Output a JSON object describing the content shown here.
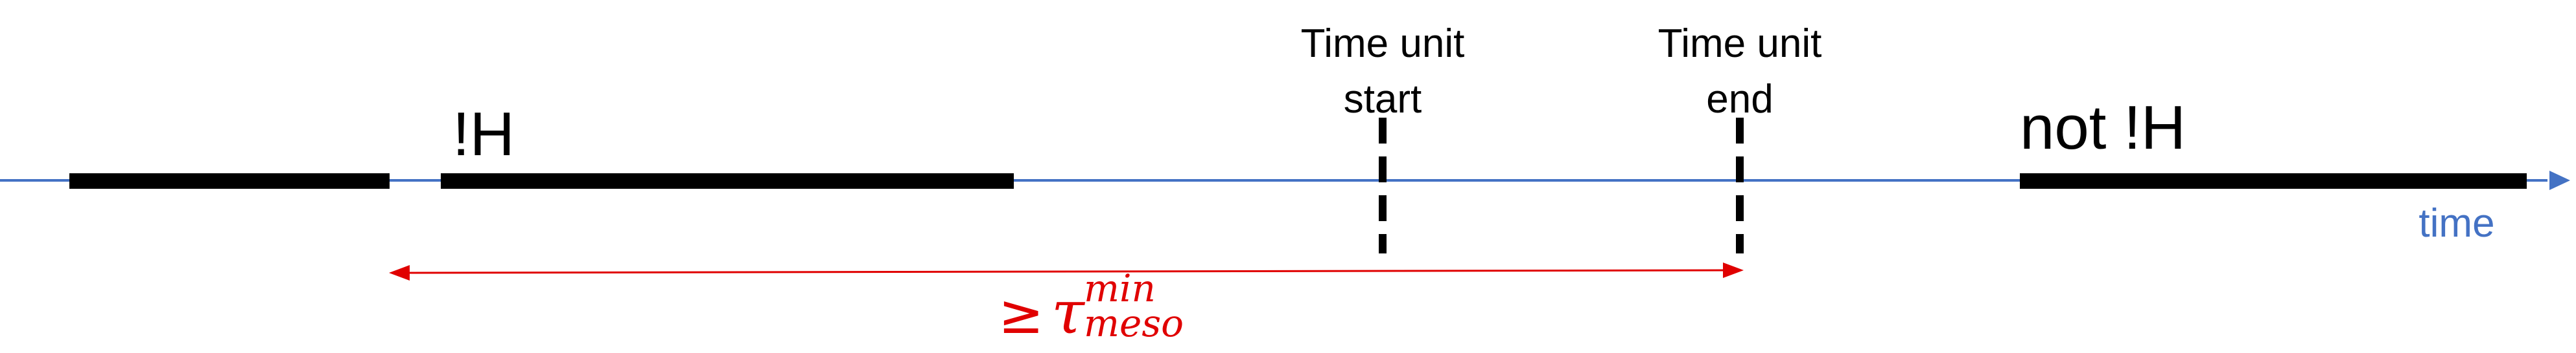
{
  "colors": {
    "axis": "#4472c4",
    "bars": "#000000",
    "interval": "#e00000",
    "text": "#000000"
  },
  "labels": {
    "not_h_left": "!H",
    "time_unit_start_line1": "Time unit",
    "time_unit_start_line2": "start",
    "time_unit_end_line1": "Time unit",
    "time_unit_end_line2": "end",
    "not_not_h": "not !H",
    "time_axis": "time"
  },
  "interval_label": {
    "relation": "≥",
    "symbol": "τ",
    "superscript": "min",
    "subscript": "meso"
  }
}
